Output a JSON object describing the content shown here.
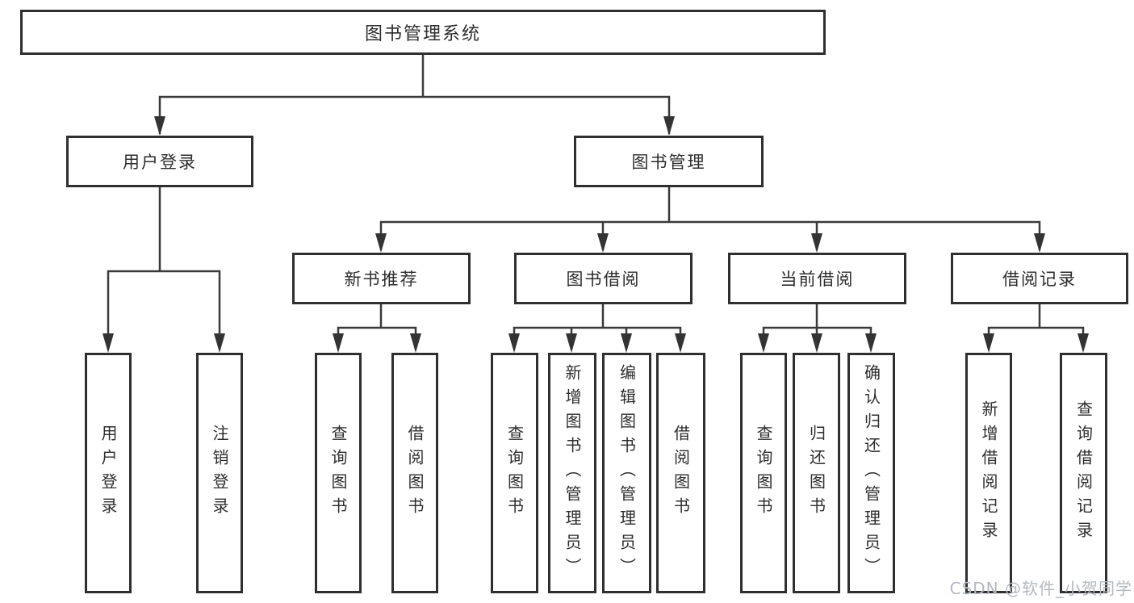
{
  "diagram": {
    "title": "图书管理系统",
    "level2": [
      {
        "label": "用户登录"
      },
      {
        "label": "图书管理"
      }
    ],
    "level3": [
      {
        "label": "新书推荐"
      },
      {
        "label": "图书借阅"
      },
      {
        "label": "当前借阅"
      },
      {
        "label": "借阅记录"
      }
    ],
    "leaves": [
      {
        "group": "用户登录",
        "label": "用户登录"
      },
      {
        "group": "用户登录",
        "label": "注销登录"
      },
      {
        "group": "新书推荐",
        "label": "查询图书"
      },
      {
        "group": "新书推荐",
        "label": "借阅图书"
      },
      {
        "group": "图书借阅",
        "label": "查询图书"
      },
      {
        "group": "图书借阅",
        "label": "新增图书（管理员）"
      },
      {
        "group": "图书借阅",
        "label": "编辑图书（管理员）"
      },
      {
        "group": "图书借阅",
        "label": "借阅图书"
      },
      {
        "group": "当前借阅",
        "label": "查询图书"
      },
      {
        "group": "当前借阅",
        "label": "归还图书"
      },
      {
        "group": "当前借阅",
        "label": "确认归还（管理员）"
      },
      {
        "group": "借阅记录",
        "label": "新增借阅记录"
      },
      {
        "group": "借阅记录",
        "label": "查询借阅记录"
      }
    ],
    "colors": {
      "line": "#3a3a3a",
      "box_border": "#2f2f2f",
      "text": "#2d2d2d"
    }
  },
  "watermark": {
    "text": "CSDN @软件_小贺同学",
    "color": "#b3b8c0"
  }
}
